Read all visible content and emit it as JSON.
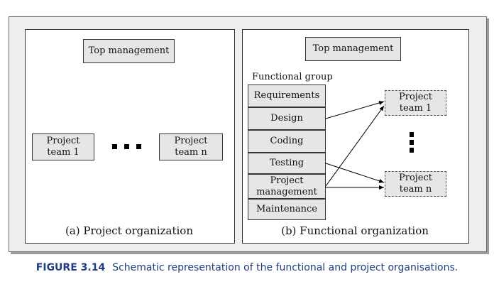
{
  "panel_a": {
    "top_management": "Top management",
    "team_1": "Project\nteam 1",
    "team_n": "Project\nteam n",
    "caption": "(a) Project organization"
  },
  "panel_b": {
    "top_management": "Top management",
    "functional_group_label": "Functional group",
    "functions": [
      "Requirements",
      "Design",
      "Coding",
      "Testing",
      "Project\nmanagement",
      "Maintenance"
    ],
    "team_1": "Project\nteam 1",
    "team_n": "Project\nteam n",
    "caption": "(b) Functional organization"
  },
  "figure_caption": {
    "number": "FIGURE 3.14",
    "text": "Schematic representation of the functional and project organisations."
  },
  "colors": {
    "caption_blue": "#1f3c88",
    "box_fill": "#e6e6e6",
    "frame_fill": "#eeeeee"
  }
}
